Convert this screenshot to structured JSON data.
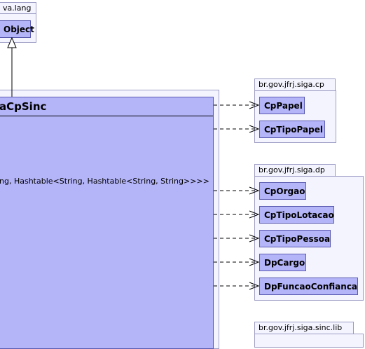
{
  "packages": {
    "java_lang": {
      "label": "va.lang"
    },
    "cp": {
      "label": "br.gov.jfrj.siga.cp"
    },
    "dp": {
      "label": "br.gov.jfrj.siga.dp"
    },
    "sinc_lib": {
      "label": "br.gov.jfrj.siga.sinc.lib"
    }
  },
  "classes": {
    "object": "Object",
    "main": "aCpSinc",
    "main_member": "ng, Hashtable<String, Hashtable<String, String>>>>",
    "cp": [
      "CpPapel",
      "CpTipoPapel"
    ],
    "dp": [
      "CpOrgao",
      "CpTipoLotacao",
      "CpTipoPessoa",
      "DpCargo",
      "DpFuncaoConfianca"
    ]
  },
  "colors": {
    "class_fill": "#b4b4f9",
    "class_border": "#5a5ab0",
    "package_fill": "#f4f4ff",
    "package_border": "#9c9cc4"
  }
}
